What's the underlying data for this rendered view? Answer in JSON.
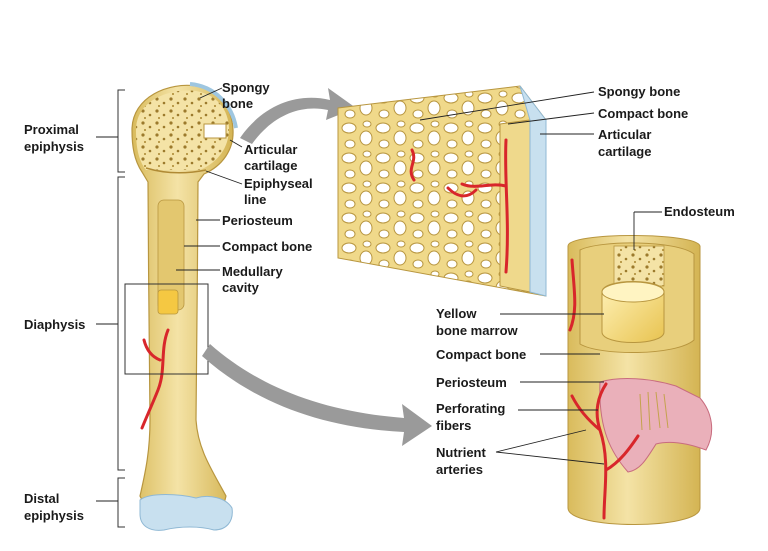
{
  "labels": {
    "spongy_bone_left": [
      "Spongy",
      "bone"
    ],
    "articular_cartilage_left": [
      "Articular",
      "cartilage"
    ],
    "epiphyseal_line": [
      "Epiphyseal",
      "line"
    ],
    "periosteum_left": "Periosteum",
    "compact_bone_left": "Compact bone",
    "medullary_cavity": [
      "Medullary",
      "cavity"
    ],
    "proximal_epiphysis": [
      "Proximal",
      "epiphysis"
    ],
    "diaphysis": "Diaphysis",
    "distal_epiphysis": [
      "Distal",
      "epiphysis"
    ],
    "spongy_bone_right": "Spongy bone",
    "compact_bone_right": "Compact bone",
    "articular_cartilage_right": [
      "Articular",
      "cartilage"
    ],
    "endosteum": "Endosteum",
    "yellow_bone_marrow": [
      "Yellow",
      "bone marrow"
    ],
    "compact_bone_shaft": "Compact bone",
    "periosteum_shaft": "Periosteum",
    "perforating_fibers": [
      "Perforating",
      "fibers"
    ],
    "nutrient_arteries": [
      "Nutrient",
      "arteries"
    ]
  },
  "colors": {
    "bone": "#efd98c",
    "bone_shade": "#d9bb5c",
    "cartilage": "#bcd8ea",
    "artery": "#d8262b",
    "periosteum": "#e8a3b0",
    "arrow": "#9a9a9a",
    "outline": "#b8963f"
  }
}
